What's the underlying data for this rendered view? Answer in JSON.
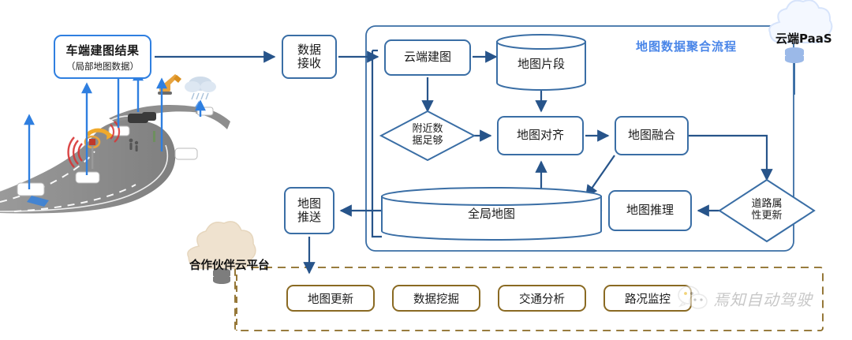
{
  "diagram": {
    "title_right": "地图数据聚合流程",
    "source": {
      "line1": "车端建图结果",
      "line2": "（局部地图数据）"
    },
    "nodes": {
      "receive": "数据\n接收",
      "cloud_build": "云端建图",
      "map_segment": "地图片段",
      "nearby_enough": "附近数\n据足够",
      "map_align": "地图对齐",
      "map_fusion": "地图融合",
      "road_attr_update": "道路属\n性更新",
      "global_map": "全局地图",
      "map_inference": "地图推理",
      "map_push": "地图\n推送"
    },
    "clouds": {
      "paas": "云端PaaS",
      "partner": "合作伙伴云平台"
    },
    "outputs": [
      "地图更新",
      "数据挖掘",
      "交通分析",
      "路况监控"
    ],
    "watermark": "焉知自动驾驶",
    "colors": {
      "flow_blue": "#3a6ea5",
      "accent_blue": "#4a86e8",
      "source_blue": "#2f7fe0",
      "output_brown": "#8a6a23",
      "partner_cloud": "#efe2cf",
      "paas_cloud": "#f2f6fe",
      "road_gray": "#8c8c8c"
    },
    "scene": {
      "name": "road-scene-illustration",
      "description": "道路场景：车辆上传数据、挖掘机、降雨"
    }
  }
}
